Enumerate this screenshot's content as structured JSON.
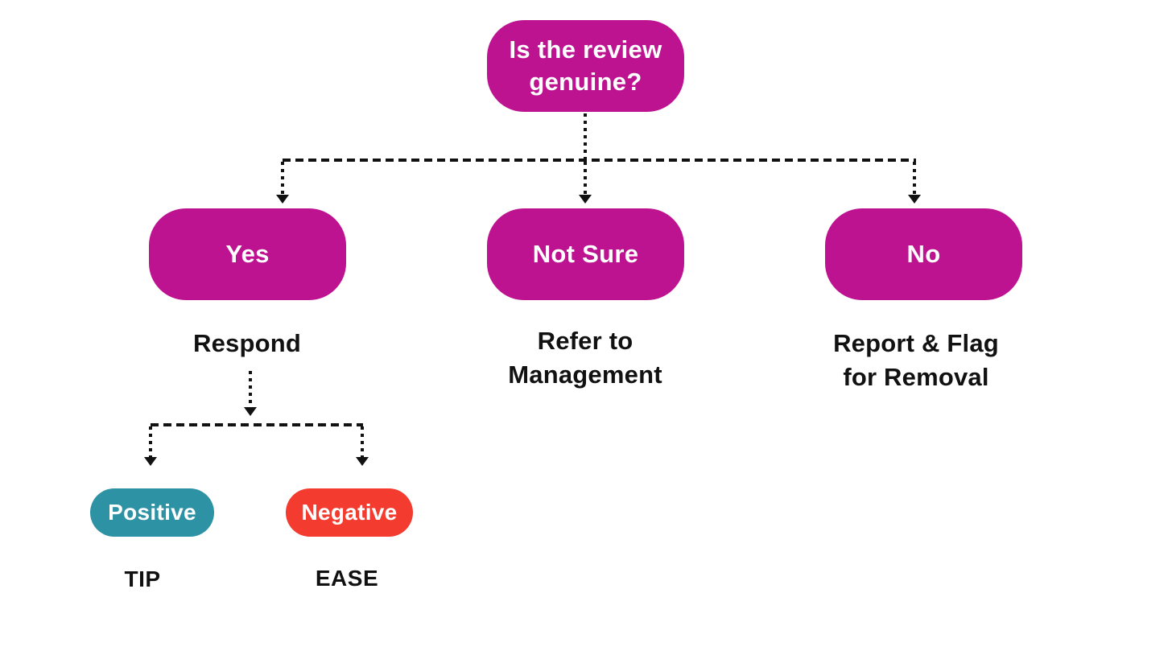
{
  "colors": {
    "bg": "#ffffff",
    "magenta": "#bd1390",
    "teal": "#2e92a5",
    "red": "#f43b30",
    "line": "#111111",
    "text": "#111111",
    "node-text": "#ffffff"
  },
  "root": {
    "question_lines": [
      "Is the review",
      "genuine?"
    ]
  },
  "branches": [
    {
      "decision": "Yes",
      "action_lines": [
        "Respond"
      ]
    },
    {
      "decision": "Not Sure",
      "action_lines": [
        "Refer to",
        "Management"
      ]
    },
    {
      "decision": "No",
      "action_lines": [
        "Report & Flag",
        "for Removal"
      ]
    }
  ],
  "sub_branches": [
    {
      "sentiment": "Positive",
      "framework": "TIP"
    },
    {
      "sentiment": "Negative",
      "framework": "EASE"
    }
  ]
}
